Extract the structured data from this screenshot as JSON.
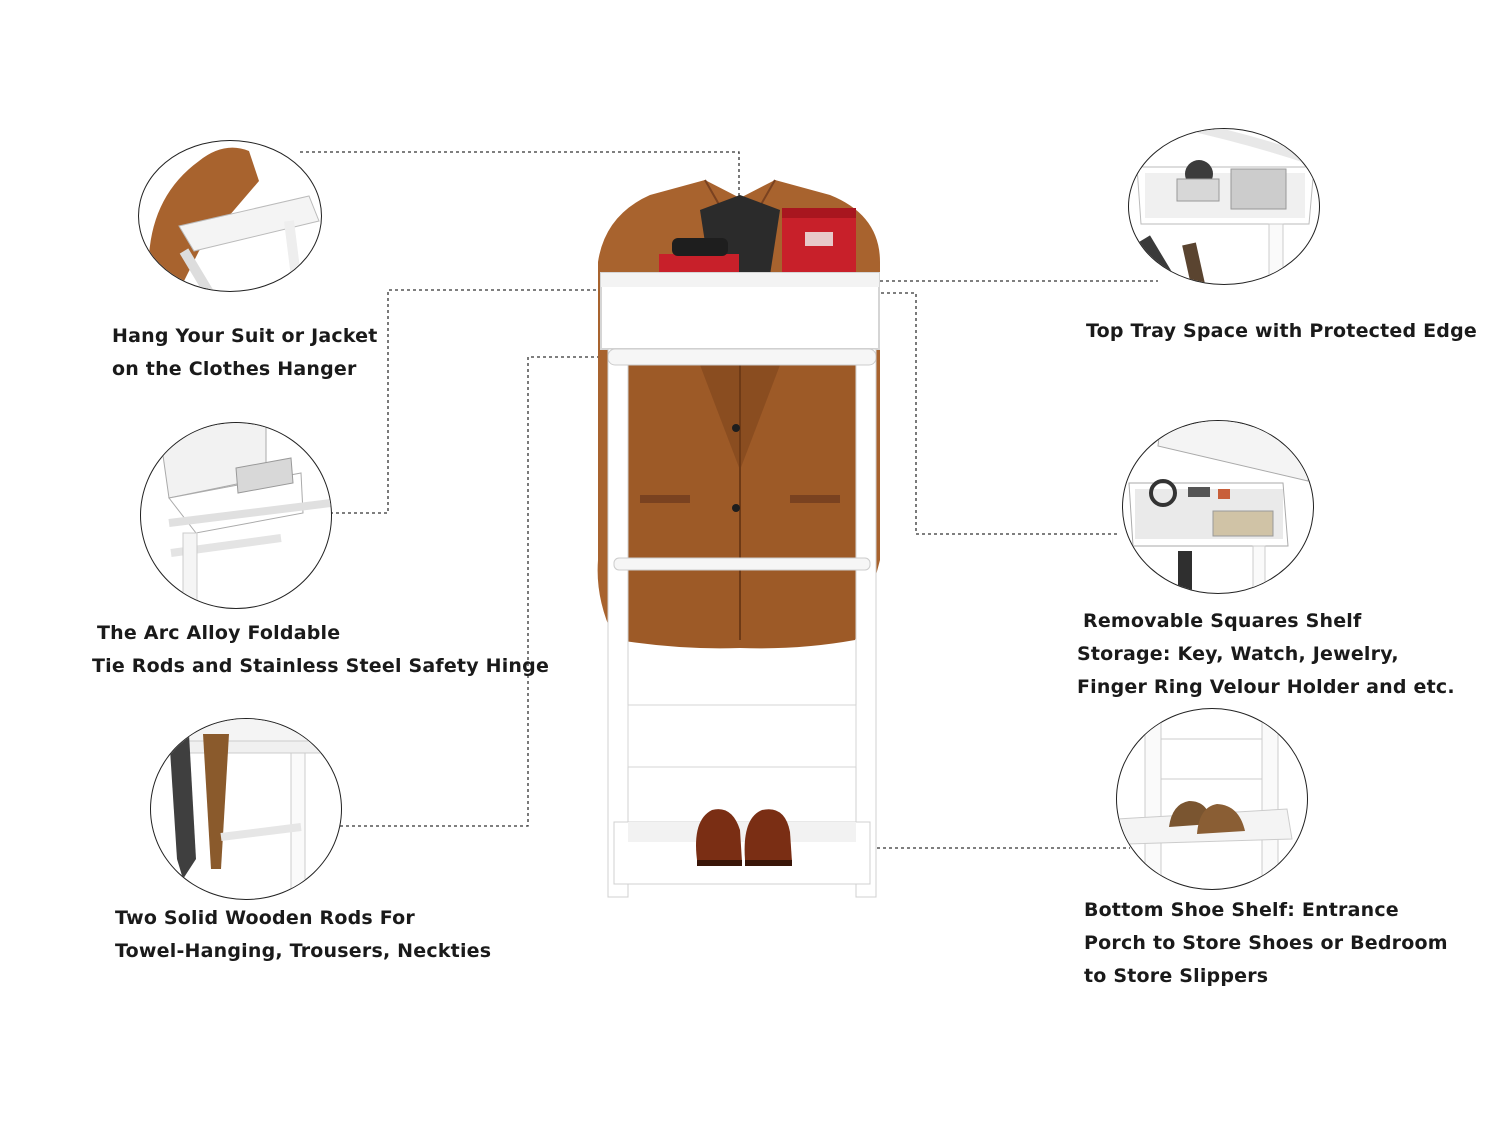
{
  "colors": {
    "background": "#ffffff",
    "furniture": "#ffffff",
    "coat": "#a8632e",
    "box_red": "#c8202a",
    "shoe": "#7a2e14",
    "leader": "#333333"
  },
  "labels": {
    "hanger": {
      "line1": "Hang Your Suit or Jacket",
      "line2": "on the Clothes Hanger"
    },
    "hinge": {
      "line1": "The Arc Alloy Foldable",
      "line2": "Tie Rods and Stainless Steel Safety Hinge"
    },
    "rods": {
      "line1": "Two Solid Wooden Rods For",
      "line2": "Towel-Hanging, Trousers, Neckties"
    },
    "tray": {
      "line1": "Top Tray Space with Protected Edge"
    },
    "shelf": {
      "line1": "Removable Squares Shelf",
      "line2": "Storage: Key,  Watch, Jewelry,",
      "line3": "Finger Ring Velour Holder and etc."
    },
    "shoes": {
      "line1": "Bottom Shoe Shelf: Entrance",
      "line2": "Porch to Store Shoes or Bedroom",
      "line3": "to Store Slippers"
    }
  },
  "icons": [
    "coat-icon",
    "jewelry-box-icon",
    "tie-icon",
    "shoe-icon",
    "valet-stand-icon"
  ]
}
